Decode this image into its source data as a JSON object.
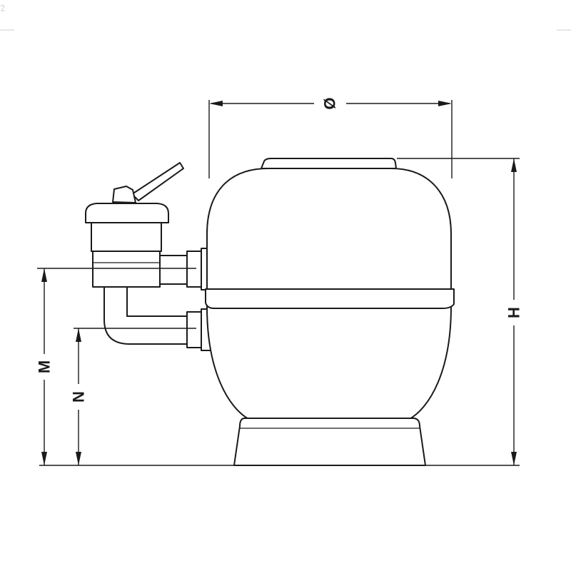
{
  "dimension_labels": {
    "diameter": "Ø",
    "height": "H",
    "outlet_height": "M",
    "inlet_height": "N"
  }
}
